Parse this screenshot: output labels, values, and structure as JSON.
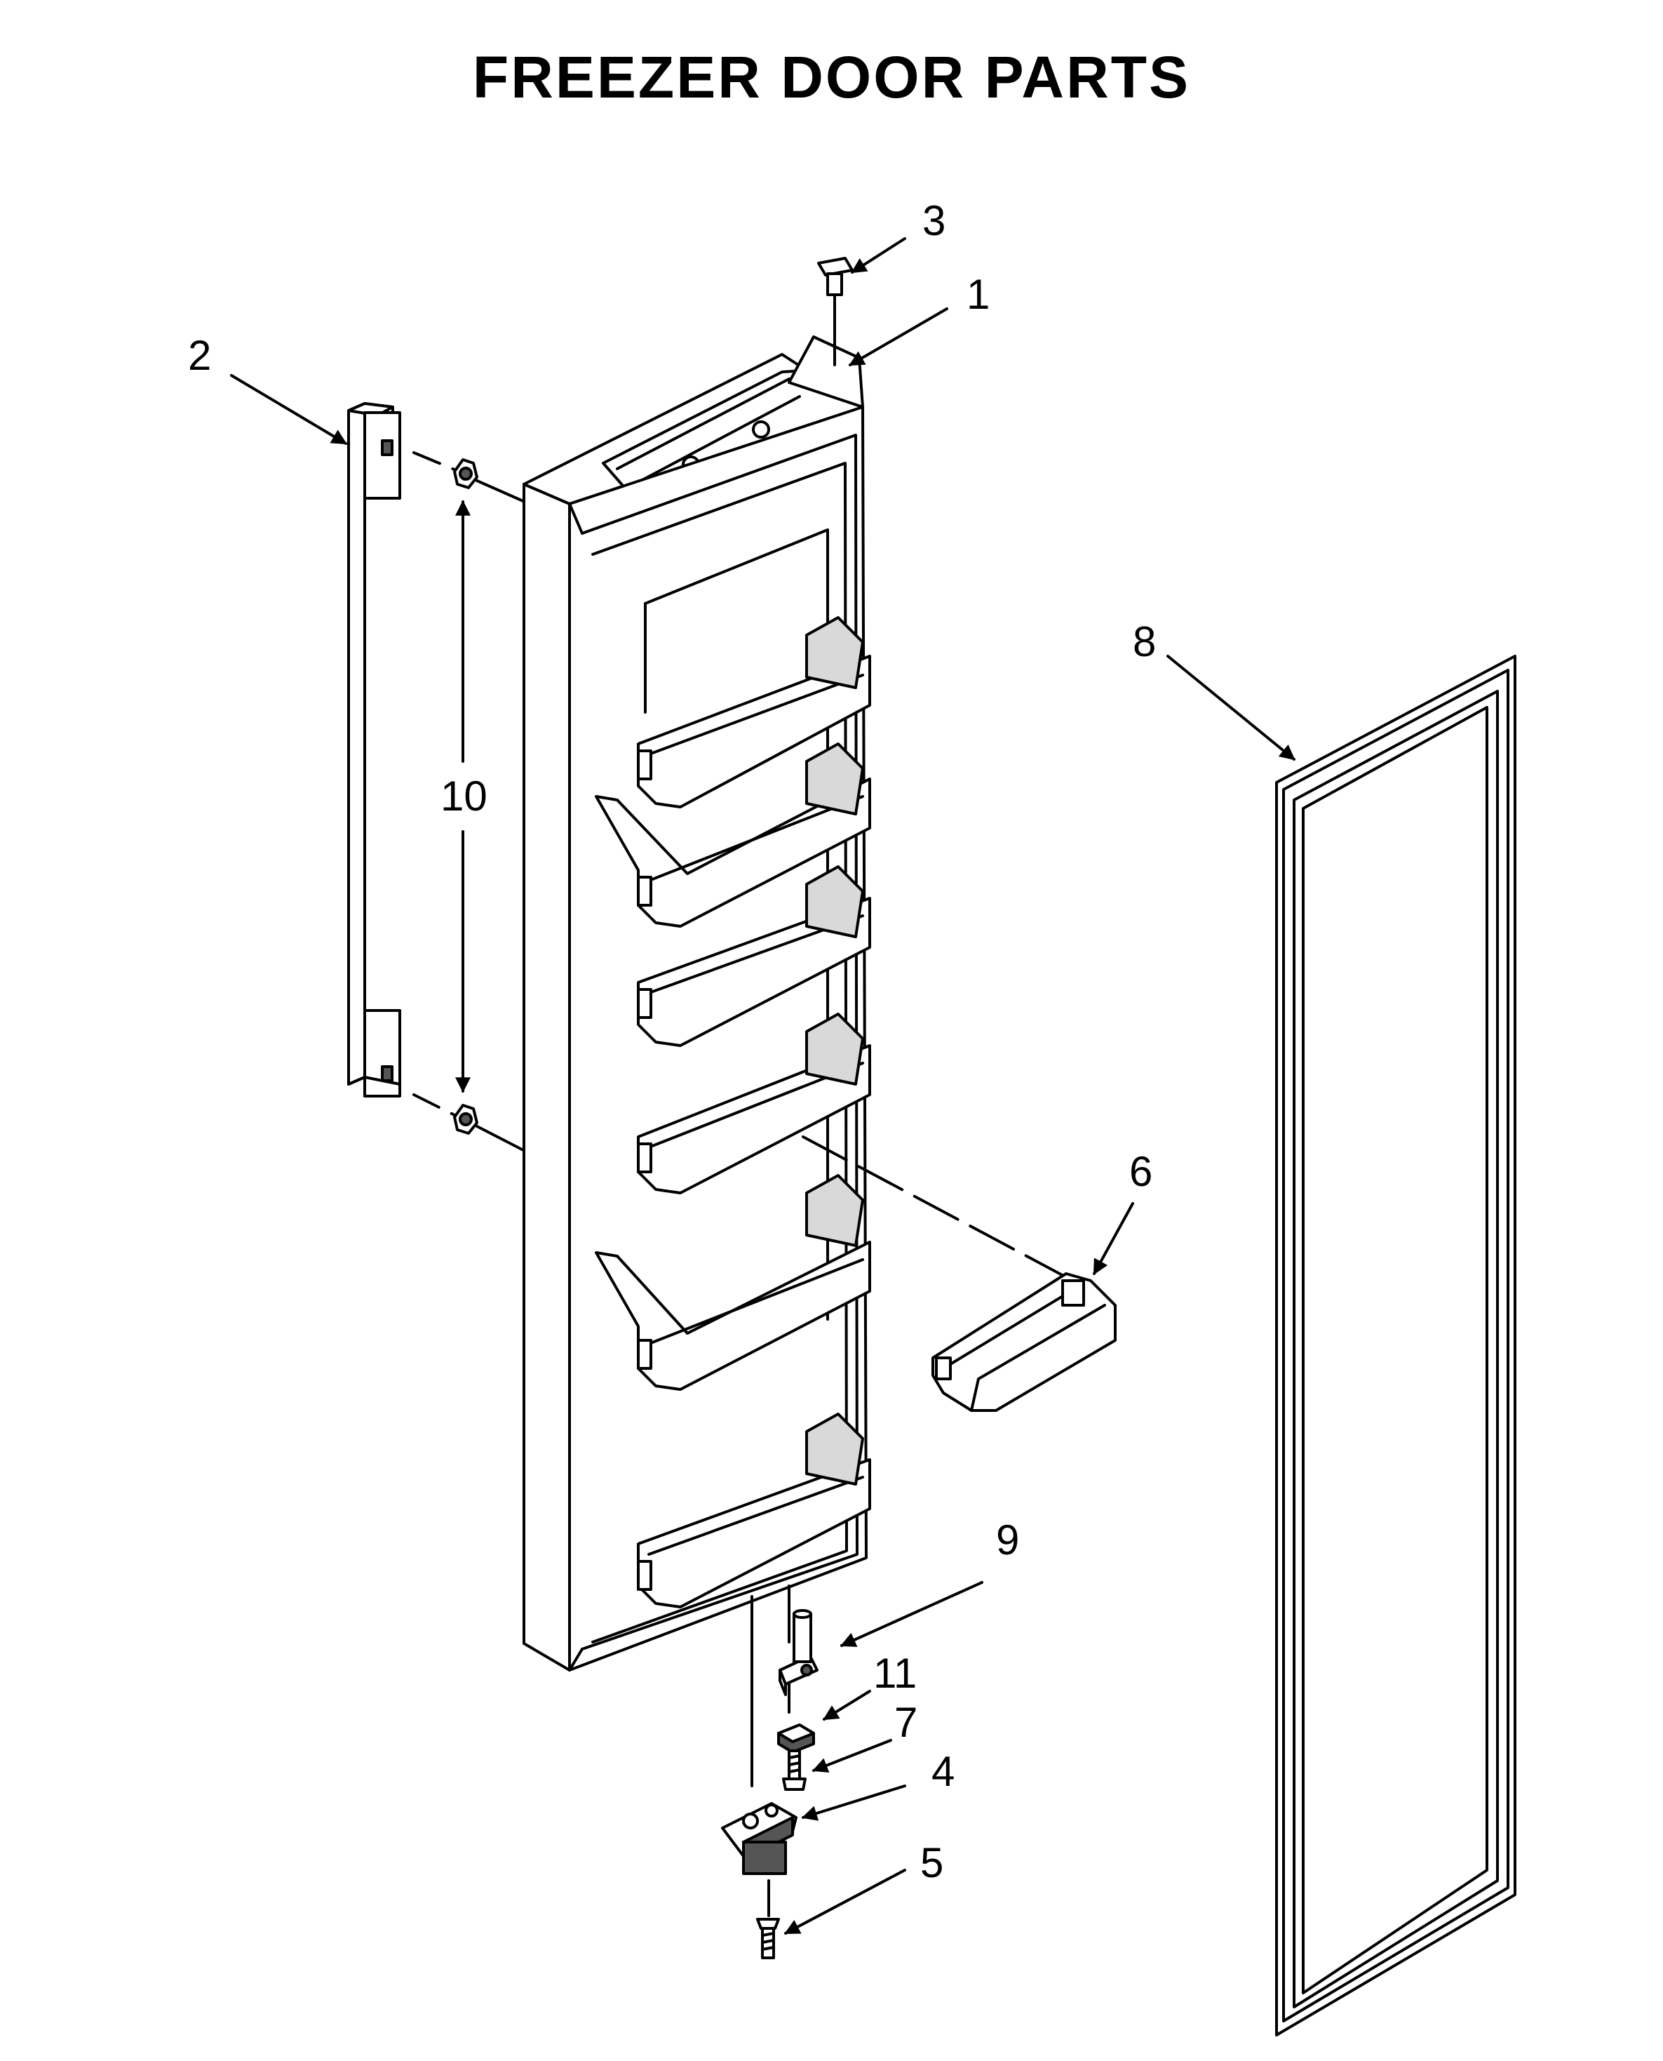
{
  "title": "FREEZER DOOR PARTS",
  "callouts": {
    "c1": "1",
    "c2": "2",
    "c3": "3",
    "c4": "4",
    "c5": "5",
    "c6": "6",
    "c7": "7",
    "c8": "8",
    "c9": "9",
    "c10": "10",
    "c11": "11"
  }
}
